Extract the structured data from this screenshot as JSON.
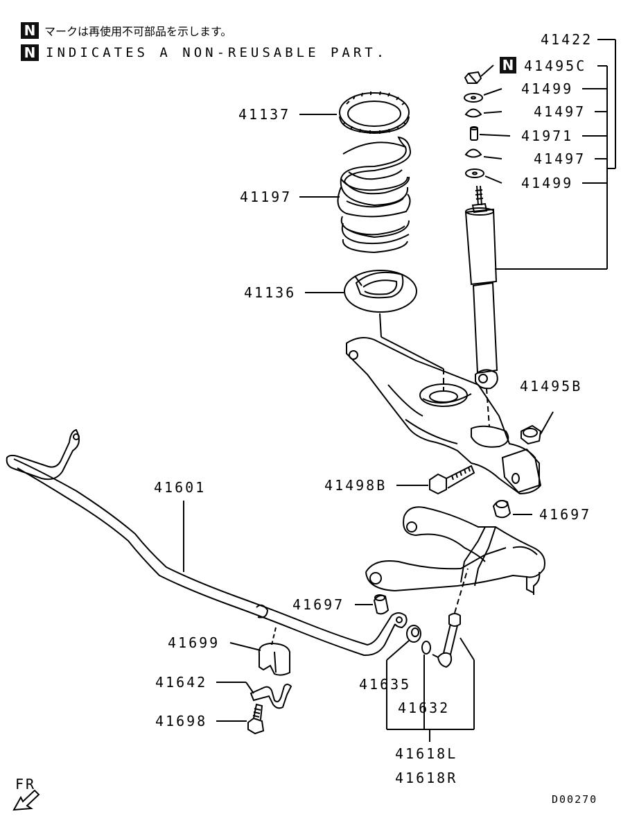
{
  "legend": {
    "badge": "N",
    "japanese_text": "マークは再使用不可部品を示します。",
    "english_text": "INDICATES A NON-REUSABLE PART."
  },
  "parts": {
    "p41422": "41422",
    "p41495C": "41495C",
    "p41499a": "41499",
    "p41497a": "41497",
    "p41971": "41971",
    "p41497b": "41497",
    "p41499b": "41499",
    "p41137": "41137",
    "p41197": "41197",
    "p41136": "41136",
    "p41495B": "41495B",
    "p41498B": "41498B",
    "p41601": "41601",
    "p41697a": "41697",
    "p41697b": "41697",
    "p41699": "41699",
    "p41642": "41642",
    "p41698": "41698",
    "p41635": "41635",
    "p41632": "41632",
    "p41618L": "41618L",
    "p41618R": "41618R"
  },
  "direction": "FR",
  "diagram_code": "D00270",
  "non_reusable_badge": "N"
}
